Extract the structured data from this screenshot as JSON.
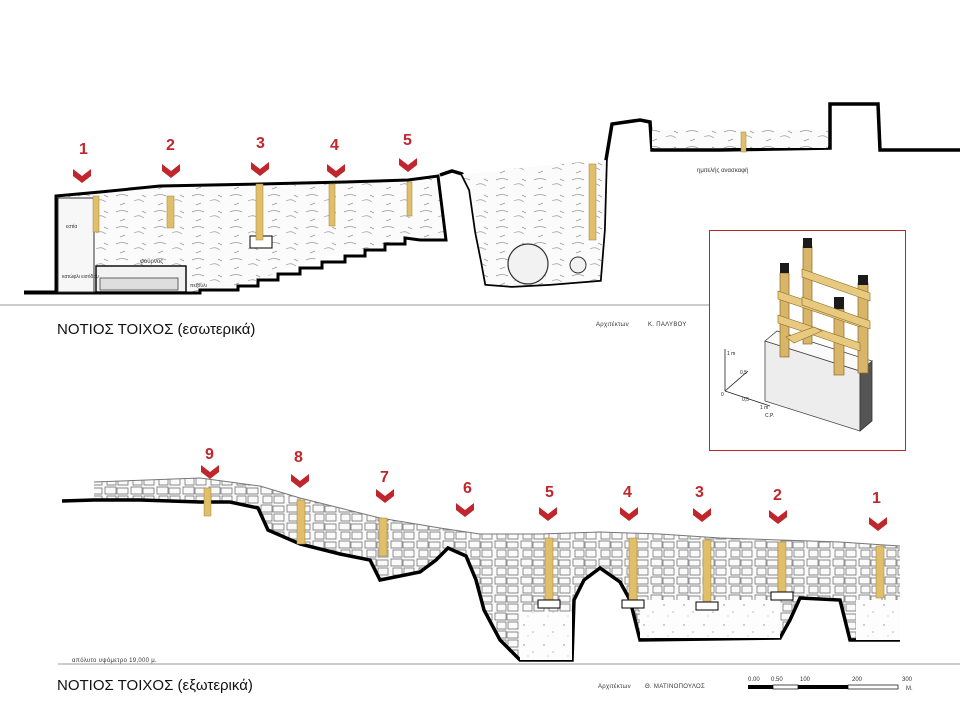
{
  "top_section": {
    "caption": "ΝΟΤΙΟΣ ΤΟΙΧΟΣ (εσωτερικά)",
    "architect_label": "Αρχιτέκτων",
    "architect_name": "Κ. ΠΑΛΥΒΟΥ",
    "annotation_partial_excavation": "ημιτελής ανασκαφή",
    "annotation_oven": "φούρνος",
    "annotation_threshold": "κατώφλι εισόδου",
    "annotation_bench": "πεζούλι",
    "annotation_hearth": "εστία",
    "markers": [
      "1",
      "2",
      "3",
      "4",
      "5"
    ]
  },
  "bottom_section": {
    "caption": "ΝΟΤΙΟΣ ΤΟΙΧΟΣ (εξωτερικά)",
    "architect_label": "Αρχιτέκτων",
    "architect_name": "Θ. ΜΑΤΙΝΟΠΟΥΛΟΣ",
    "altitude_label": "απόλυτο υψόμετρο 19,000 μ.",
    "markers": [
      "9",
      "8",
      "7",
      "6",
      "5",
      "4",
      "3",
      "2",
      "1"
    ],
    "scale_ticks": [
      "0.00",
      "0.50",
      "100",
      "200",
      "300"
    ],
    "scale_unit": "M."
  },
  "inset": {
    "label_1m_vertical": "1 m",
    "label_05_a": "0,5",
    "label_05_b": "0,5",
    "label_0": "0",
    "label_1m_horizontal": "1 m",
    "label_cp": "C.P."
  },
  "colors": {
    "marker_red": "#c0272d",
    "beam_ochre": "#e0be6a",
    "inset_border": "#b22a2a",
    "wall_line": "#000000"
  }
}
